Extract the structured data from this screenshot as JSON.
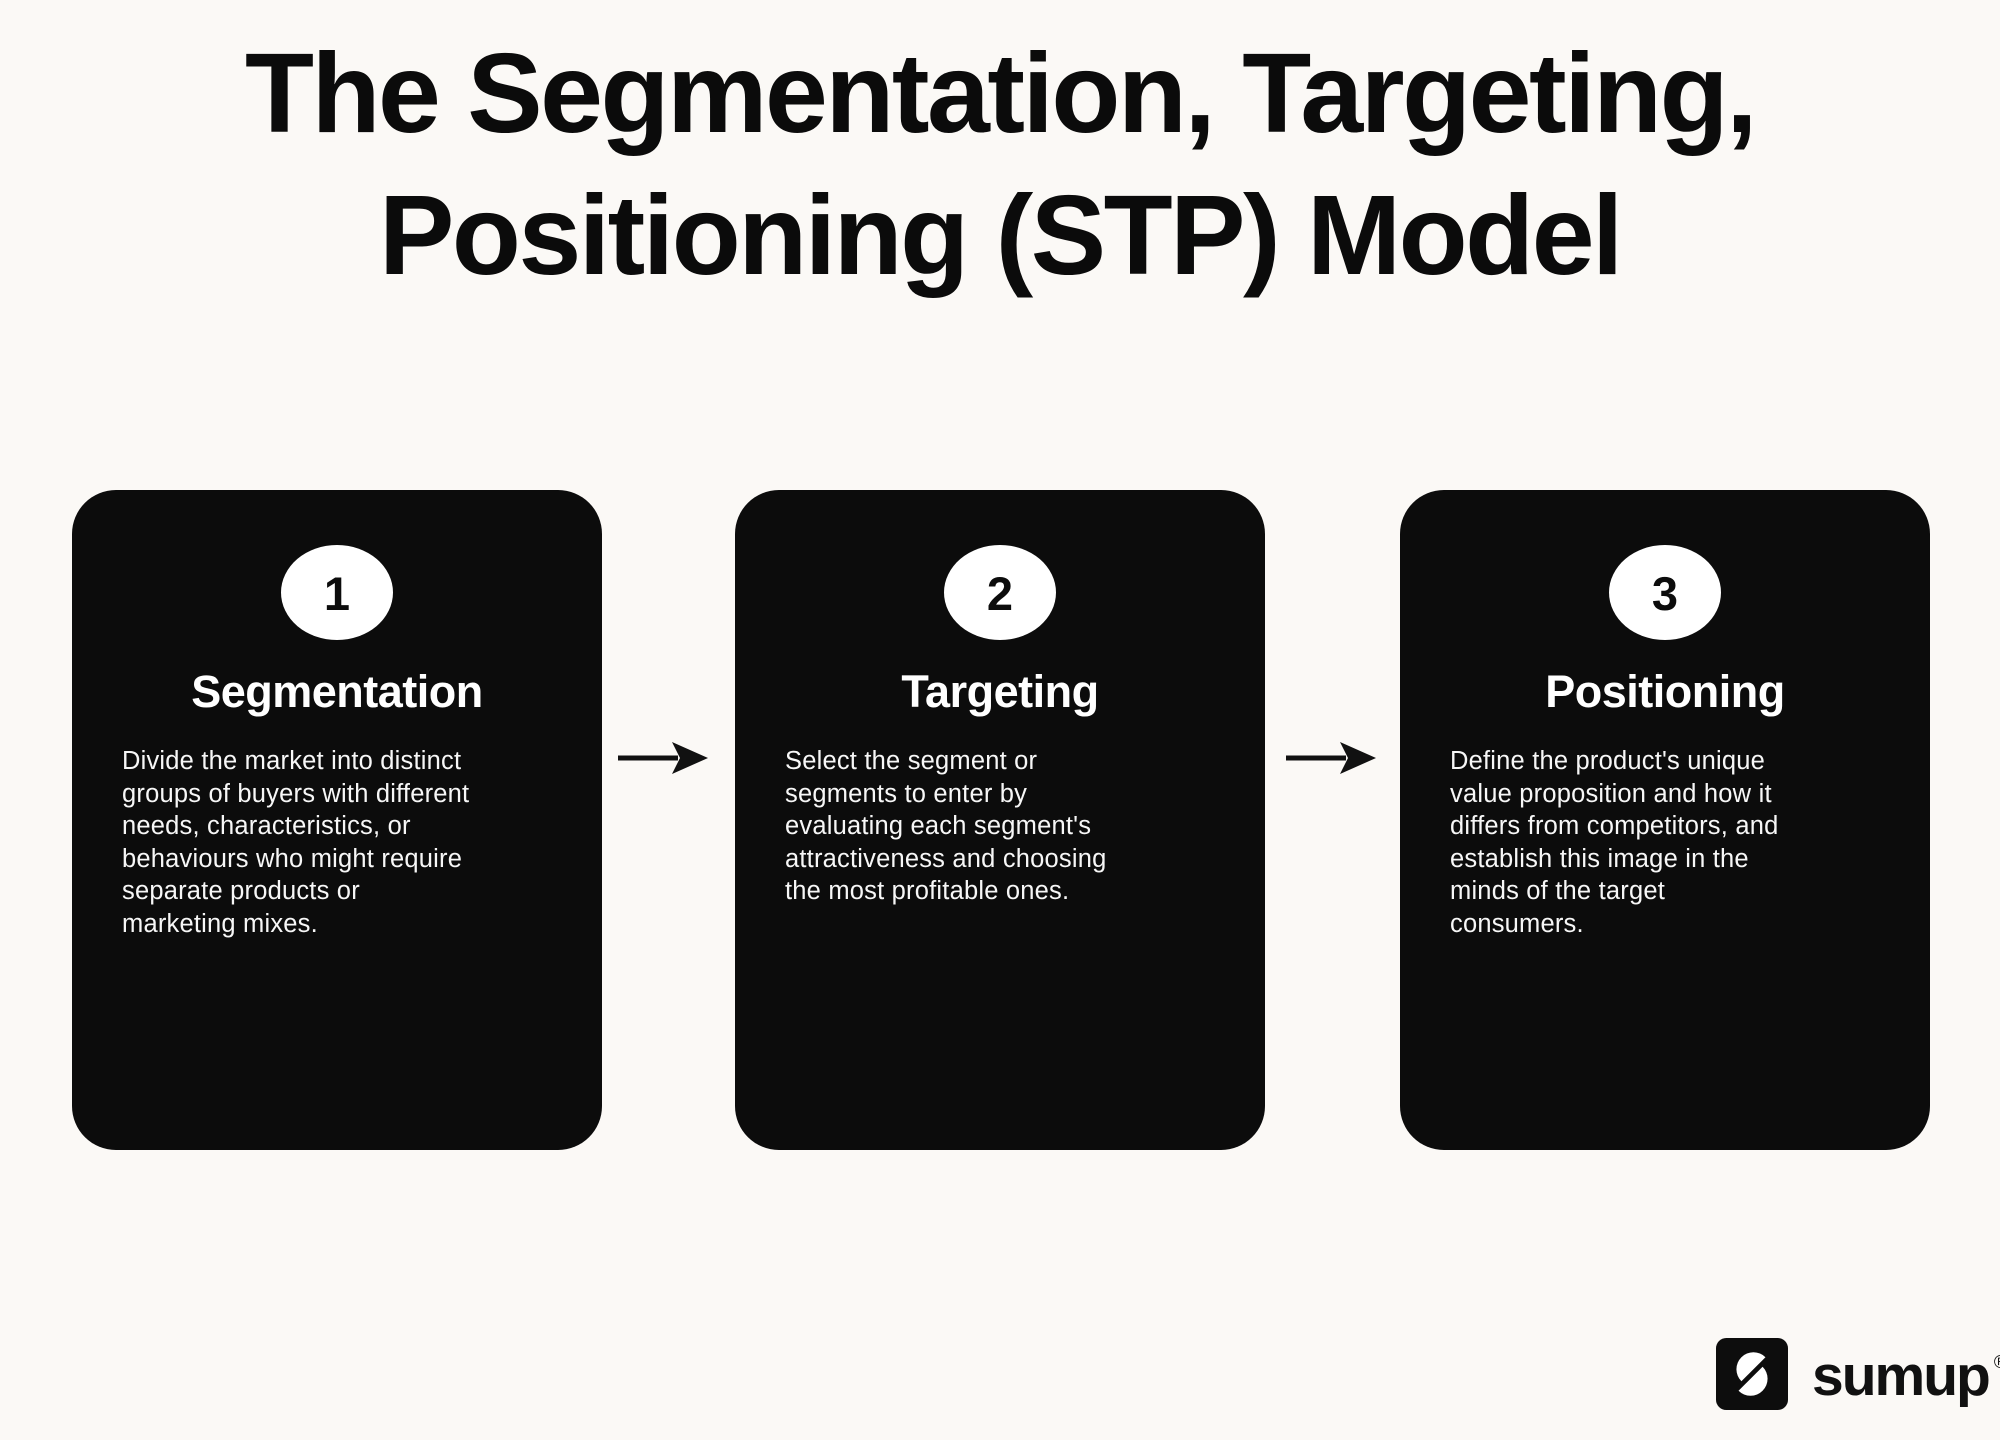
{
  "page": {
    "background_color": "#fbf9f6",
    "card_color": "#0c0c0c",
    "title_color": "#0b0b0b",
    "card_text_color": "#ffffff"
  },
  "title": {
    "lines": [
      "The Segmentation, Targeting,",
      "Positioning (STP) Model"
    ]
  },
  "steps": [
    {
      "number": "1",
      "title": "Segmentation",
      "description": [
        "Divide the market into distinct",
        "groups of buyers with different",
        "needs, characteristics, or",
        "behaviours who might require",
        "separate products or",
        "marketing mixes."
      ]
    },
    {
      "number": "2",
      "title": "Targeting",
      "description": [
        "Select the segment or",
        "segments to enter by",
        "evaluating each segment's",
        "attractiveness and choosing",
        "the most profitable ones."
      ]
    },
    {
      "number": "3",
      "title": "Positioning",
      "description": [
        "Define the product's unique",
        "value proposition and how it",
        "differs from competitors, and",
        "establish this image in the",
        "minds of the target",
        "consumers."
      ]
    }
  ],
  "arrows": {
    "icon": "right-arrow",
    "color": "#111111"
  },
  "footer": {
    "brand": "sumup",
    "registered_mark": "®",
    "icon": "sumup-s-icon"
  }
}
